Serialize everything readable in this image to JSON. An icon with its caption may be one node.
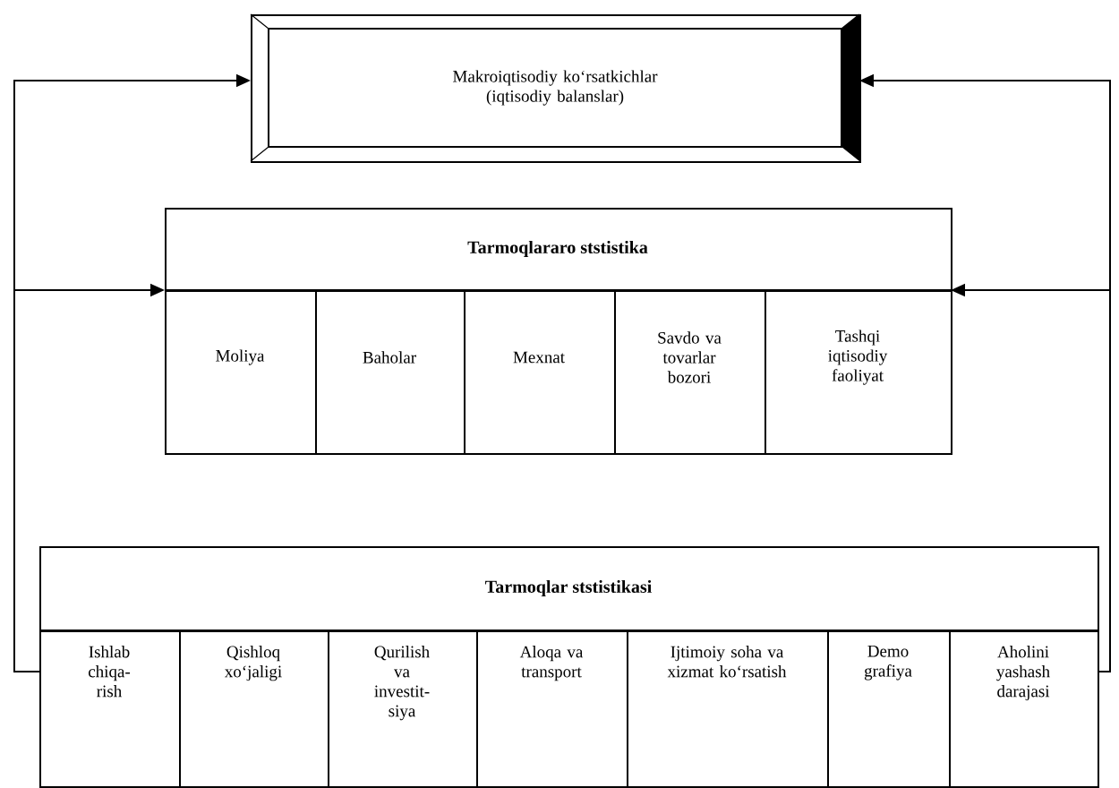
{
  "diagram": {
    "nodes": [
      {
        "text": [
          "Makroiqtisodiy ko‘rsatkichlar (iqtisodiy balanslar)"
        ]
      },
      {
        "text": [
          "Tarmoqlararo ststistika"
        ]
      },
      {
        "text": [
          "Moliya"
        ],
        "in": 1
      },
      {
        "text": [
          "Baholar"
        ],
        "in": 1
      },
      {
        "text": [
          "Mexnat"
        ],
        "in": 1
      },
      {
        "text": [
          "Savdo va tovarlar bozori"
        ],
        "in": 1
      },
      {
        "text": [
          "Tashqi iqtisodiy faoliyat"
        ],
        "in": 1
      },
      {
        "text": [
          "Tarmoqlar ststistikasi"
        ]
      },
      {
        "text": [
          "Ishlab chiqa-rish"
        ],
        "in": 7
      },
      {
        "text": [
          "Qishloq xo‘jaligi"
        ],
        "in": 7
      },
      {
        "text": [
          "Qurilish va investit-siya"
        ],
        "in": 7
      },
      {
        "text": [
          "Aloqa va transport"
        ],
        "in": 7
      },
      {
        "text": [
          "Ijtimoiy soha va xizmat ko‘rsatish"
        ],
        "in": 7
      },
      {
        "text": [
          "Demo grafiya"
        ],
        "in": 7
      },
      {
        "text": [
          "Aholini yashash darajasi"
        ],
        "in": 7
      }
    ],
    "edges": [
      {
        "from": 7,
        "to": 0,
        "arrow": "to"
      },
      {
        "from": 7,
        "to": 1,
        "arrow": "to"
      },
      {
        "from": 7,
        "to": 0,
        "arrow": "to"
      },
      {
        "from": 7,
        "to": 1,
        "arrow": "to"
      }
    ]
  }
}
